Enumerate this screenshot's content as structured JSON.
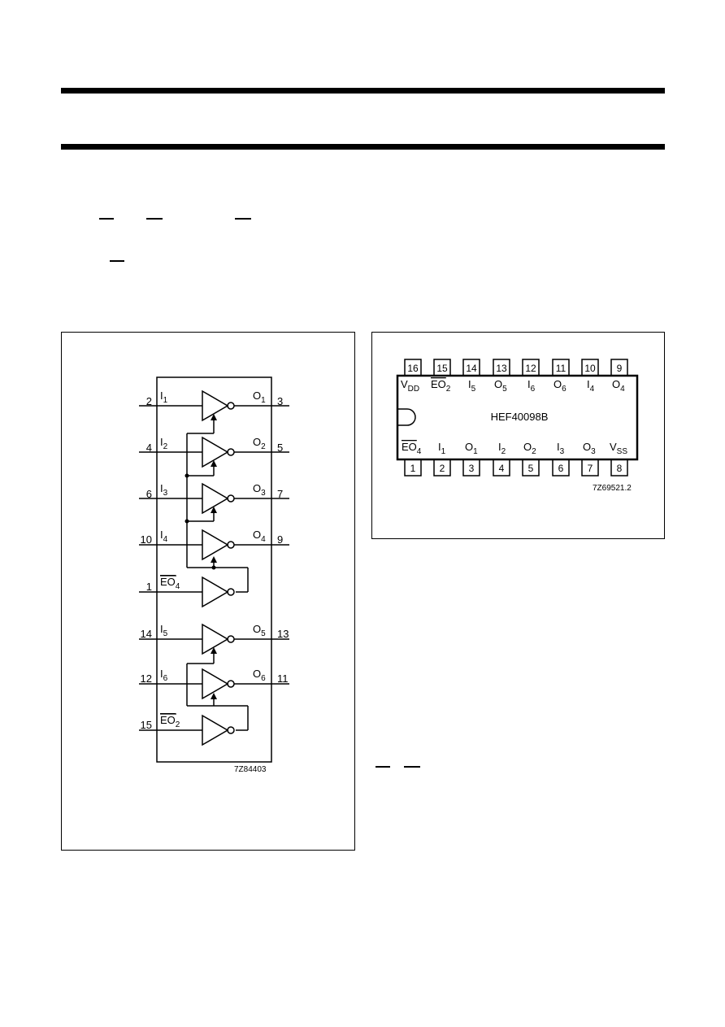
{
  "logic_diagram": {
    "code": "7Z84403",
    "pins_left": [
      "2",
      "4",
      "6",
      "10",
      "1",
      "14",
      "12",
      "15"
    ],
    "pins_right": [
      "3",
      "5",
      "7",
      "9",
      "13",
      "11"
    ],
    "in_labels": [
      "I",
      "I",
      "I",
      "I",
      "I",
      "I"
    ],
    "in_subs": [
      "1",
      "2",
      "3",
      "4",
      "5",
      "6"
    ],
    "out_labels": [
      "O",
      "O",
      "O",
      "O",
      "O",
      "O"
    ],
    "out_subs": [
      "1",
      "2",
      "3",
      "4",
      "5",
      "6"
    ],
    "enable_labels": [
      "EO",
      "EO"
    ],
    "enable_subs": [
      "4",
      "2"
    ]
  },
  "pinning_diagram": {
    "code": "7Z69521.2",
    "part_number": "HEF40098B",
    "top_pins": [
      "16",
      "15",
      "14",
      "13",
      "12",
      "11",
      "10",
      "9"
    ],
    "bottom_pins": [
      "1",
      "2",
      "3",
      "4",
      "5",
      "6",
      "7",
      "8"
    ],
    "top_labels": [
      "V",
      "EO",
      "I",
      "O",
      "I",
      "O",
      "I",
      "O"
    ],
    "top_subs": [
      "DD",
      "2",
      "5",
      "5",
      "6",
      "6",
      "4",
      "4"
    ],
    "bottom_labels": [
      "EO",
      "I",
      "O",
      "I",
      "O",
      "I",
      "O",
      "V"
    ],
    "bottom_subs": [
      "4",
      "1",
      "1",
      "2",
      "2",
      "3",
      "3",
      "SS"
    ]
  }
}
